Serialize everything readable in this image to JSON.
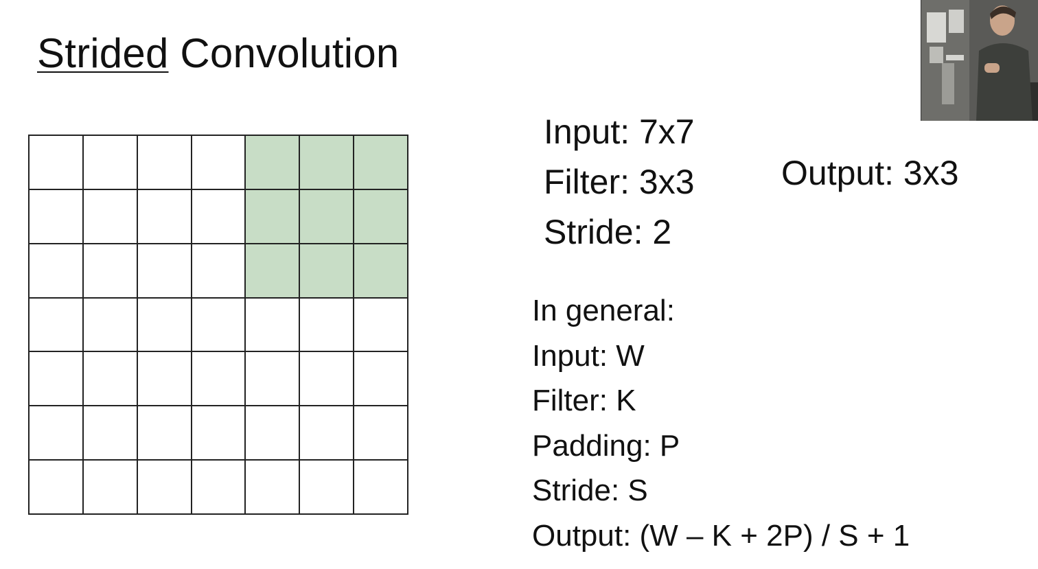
{
  "title": {
    "part1": "Strided",
    "part2": " Convolution"
  },
  "grid": {
    "rows": 7,
    "cols": 7,
    "highlight_rows": [
      0,
      1,
      2
    ],
    "highlight_cols": [
      4,
      5,
      6
    ],
    "highlight_color": "#c8ddc6"
  },
  "params": {
    "input": "Input: 7x7",
    "filter": "Filter: 3x3",
    "stride": "Stride: 2",
    "output": "Output: 3x3"
  },
  "general": {
    "heading": "In general:",
    "input": "Input: W",
    "filter": "Filter: K",
    "padding": "Padding: P",
    "stride": "Stride: S",
    "output": "Output: (W – K + 2P) / S + 1"
  },
  "webcam": {
    "icon": "presenter-video-icon"
  }
}
